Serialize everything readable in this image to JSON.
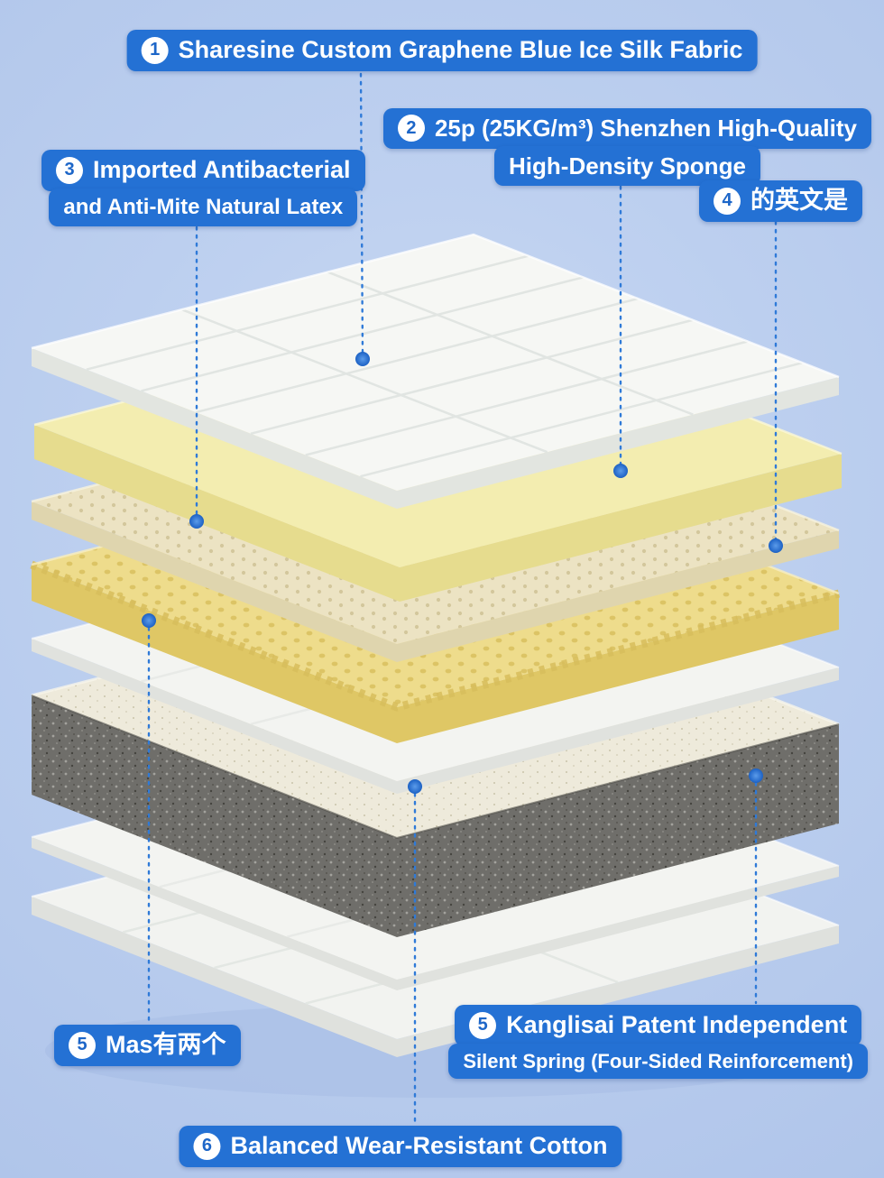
{
  "callouts": {
    "c1": {
      "number": "1",
      "text": "Sharesine Custom Graphene Blue Ice Silk Fabric"
    },
    "c2": {
      "number": "2",
      "line1": "25p (25KG/m³) Shenzhen High-Quality",
      "line2": "High-Density Sponge"
    },
    "c3": {
      "number": "3",
      "line1": "Imported Antibacterial",
      "line2": "and Anti-Mite Natural Latex"
    },
    "c4": {
      "number": "4",
      "text": "的英文是"
    },
    "c5a": {
      "number": "5",
      "text": "Mas有两个"
    },
    "c5b": {
      "number": "5",
      "line1": "Kanglisai Patent Independent",
      "line2": "Silent Spring (Four-Sided Reinforcement)"
    },
    "c6": {
      "number": "6",
      "text": "Balanced Wear-Resistant Cotton"
    }
  },
  "colors": {
    "background": "#bccfef",
    "callout_bg": "#2471d4",
    "callout_text": "#ffffff",
    "callout_line": "#2f7ad8",
    "layer_fabric_top": "#f6f7f4",
    "layer_sponge": "#f3edb0",
    "layer_latex": "#ece3c3",
    "layer_eggcrate": "#eedc8c",
    "layer_liner": "#f3f4f1",
    "layer_felt": "#eeeadb",
    "layer_spring_side": "#6f6e6a",
    "layer_base_fabric": "#f2f3f0"
  }
}
